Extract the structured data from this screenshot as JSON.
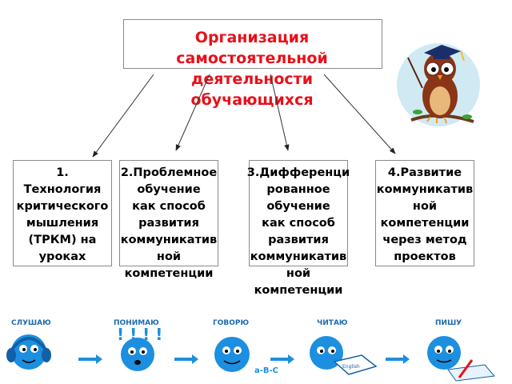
{
  "title": "Организация\nсамостоятельной\nдеятельности\nобучающихся",
  "cards": [
    {
      "text": "1.\nТехнология\nкритического\nмышления\n(ТРКМ) на\nуроках"
    },
    {
      "text": "2.Проблемное обучение\nкак способ\nразвития\nкоммуникативной\nкомпетенции"
    },
    {
      "text": "3.Дифференцированное\nобучение\nкак способ\nразвития\nкоммуникативной\nкомпетенции"
    },
    {
      "text": "4.Развитие\nкоммуникативной\nкомпетенции\nчерез метод\nпроектов"
    }
  ],
  "steps": [
    {
      "label": "СЛУШАЮ",
      "icon": "headphones-face-icon"
    },
    {
      "label": "ПОНИМАЮ",
      "icon": "exclamation-face-icon"
    },
    {
      "label": "ГОВОРЮ",
      "icon": "speaking-face-icon"
    },
    {
      "label": "ЧИТАЮ",
      "icon": "reading-face-icon"
    },
    {
      "label": "ПИШУ",
      "icon": "writing-face-icon"
    }
  ],
  "speech_letters": "a-B-C",
  "book_label": "English",
  "colors": {
    "title": "#e8101a",
    "face": "#1c8fe0",
    "arrow": "#1c8fe0",
    "owl": "#8a3418",
    "circle": "#cfeaf3"
  }
}
